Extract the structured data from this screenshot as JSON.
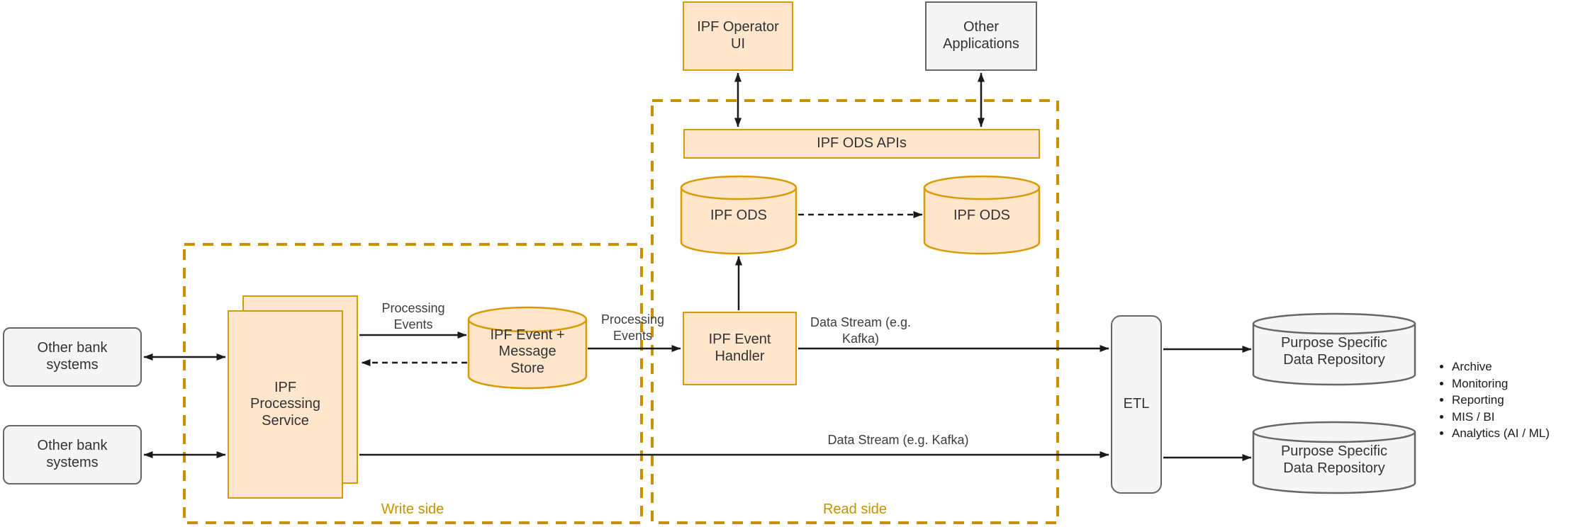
{
  "diagram": {
    "groups": {
      "write_side": {
        "label": "Write side"
      },
      "read_side": {
        "label": "Read side"
      }
    },
    "nodes": {
      "operator_ui": {
        "label": "IPF Operator UI"
      },
      "other_applications": {
        "label": "Other Applications"
      },
      "ods_apis": {
        "label": "IPF ODS APIs"
      },
      "ods_left": {
        "label": "IPF ODS"
      },
      "ods_right": {
        "label": "IPF ODS"
      },
      "event_handler": {
        "label": "IPF Event Handler"
      },
      "event_store": {
        "label": "IPF Event + Message Store"
      },
      "processing_service": {
        "label": "IPF Processing Service"
      },
      "bank_systems_top": {
        "label": "Other bank systems"
      },
      "bank_systems_bottom": {
        "label": "Other bank systems"
      },
      "etl": {
        "label": "ETL"
      },
      "repo_top": {
        "label": "Purpose Specific Data Repository"
      },
      "repo_bottom": {
        "label": "Purpose Specific Data Repository"
      }
    },
    "edge_labels": {
      "processing_events_store": "Processing Events",
      "processing_events_handler": "Processing Events",
      "data_stream_top": "Data Stream (e.g. Kafka)",
      "data_stream_bottom": "Data Stream (e.g. Kafka)"
    },
    "annotations": {
      "repository_uses": [
        "Archive",
        "Monitoring",
        "Reporting",
        "MIS / BI",
        "Analytics (AI / ML)"
      ]
    },
    "colors": {
      "node_fill_orange": "#FFE6CC",
      "node_stroke_orange": "#D79B00",
      "node_fill_gray": "#F5F5F5",
      "node_stroke_gray": "#666666",
      "group_stroke": "#C79100",
      "arrow": "#1A1A1A",
      "text": "#333333"
    }
  }
}
